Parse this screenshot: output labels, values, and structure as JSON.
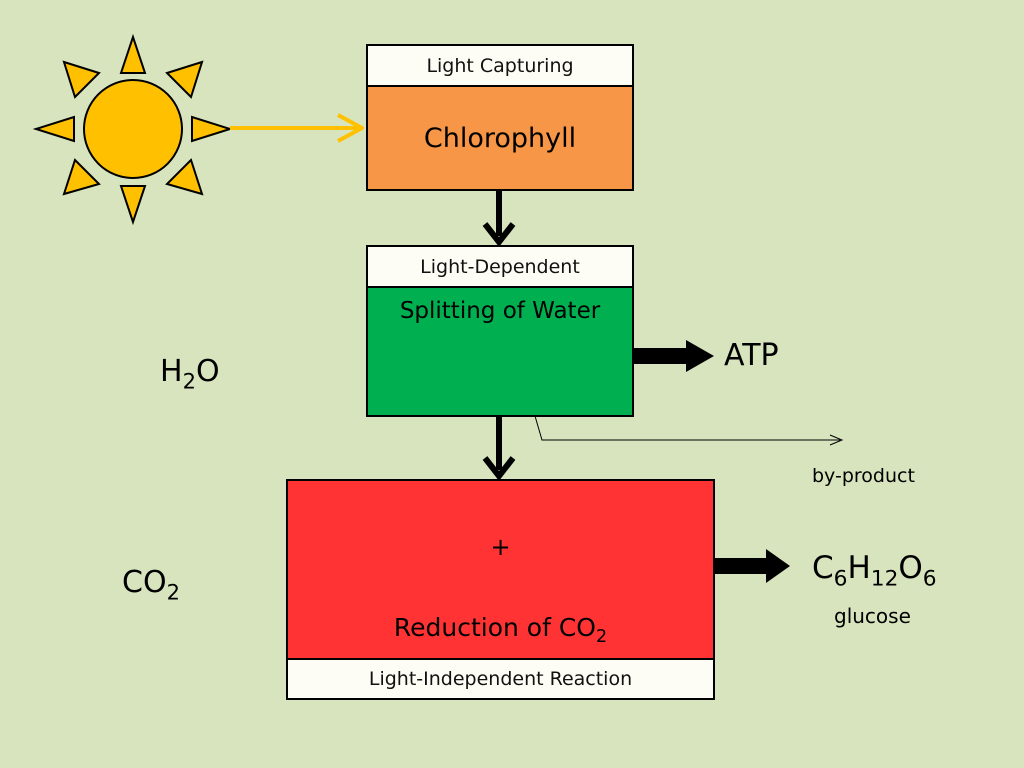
{
  "colors": {
    "background": "#d7e4bd",
    "sun": "#ffc000",
    "sun_ray_line": "#ffc000",
    "chlorophyll": "#f79646",
    "light_dependent": "#00b050",
    "light_independent": "#ff3333"
  },
  "icons": {
    "sun": "sun-icon"
  },
  "boxes": {
    "light_capturing": {
      "header": "Light Capturing",
      "body": "Chlorophyll"
    },
    "light_dependent": {
      "header": "Light-Dependent",
      "body": "Splitting of Water"
    },
    "light_independent": {
      "plus": "+",
      "body_prefix": "Reduction of CO",
      "body_sub": "2",
      "footer": "Light-Independent Reaction"
    }
  },
  "inputs": {
    "water": {
      "prefix": "H",
      "sub": "2",
      "suffix": "O"
    },
    "carbon_dioxide": {
      "prefix": "CO",
      "sub": "2"
    }
  },
  "outputs": {
    "atp": "ATP",
    "by_product": "by-product",
    "glucose": {
      "c": "C",
      "c_sub": "6",
      "h": "H",
      "h_sub": "12",
      "o": "O",
      "o_sub": "6",
      "name": "glucose"
    }
  }
}
